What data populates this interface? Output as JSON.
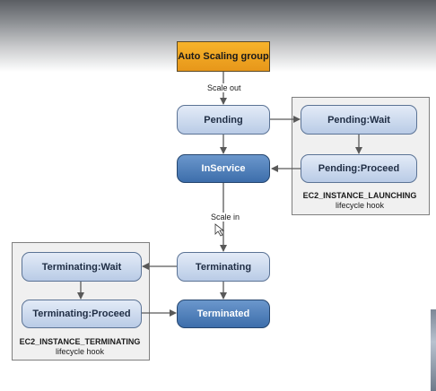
{
  "nodes": {
    "asg": "Auto Scaling group",
    "pending": "Pending",
    "pending_wait": "Pending:Wait",
    "pending_proceed": "Pending:Proceed",
    "inservice": "InService",
    "terminating": "Terminating",
    "terminating_wait": "Terminating:Wait",
    "terminating_proceed": "Terminating:Proceed",
    "terminated": "Terminated"
  },
  "edges": {
    "scale_out": "Scale out",
    "scale_in": "Scale in"
  },
  "hooks": {
    "launching": {
      "name": "EC2_INSTANCE_LAUNCHING",
      "caption": "lifecycle hook"
    },
    "terminating": {
      "name": "EC2_INSTANCE_TERMINATING",
      "caption": "lifecycle hook"
    }
  },
  "colors": {
    "asg_fill": "#f3a623",
    "state_fill": "#c9d7ee",
    "active_fill": "#4f7fbf",
    "arrow": "#595959"
  }
}
